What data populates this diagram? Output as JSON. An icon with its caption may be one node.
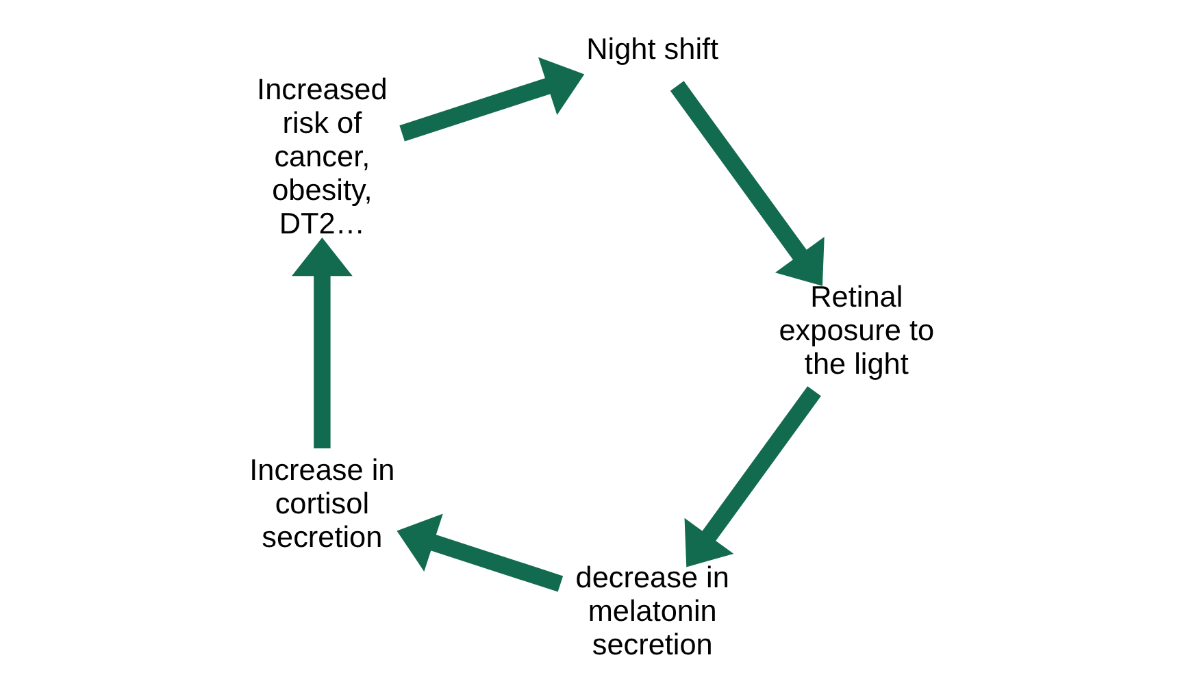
{
  "diagram": {
    "nodes": [
      {
        "text": [
          "Increased risk of cancer, obesity, DT2…"
        ]
      },
      {
        "text": [
          "Night shift"
        ]
      },
      {
        "text": [
          "Increase in cortisol secretion"
        ]
      },
      {
        "text": [
          "Retinal exposure to the light"
        ]
      },
      {
        "text": [
          "decrease in melatonin secretion"
        ]
      }
    ],
    "edges": [
      {
        "from": 0,
        "to": 1,
        "arrow": "to"
      },
      {
        "from": 1,
        "to": 3,
        "arrow": "to"
      },
      {
        "from": 3,
        "to": 4,
        "arrow": "to"
      },
      {
        "from": 4,
        "to": 2,
        "arrow": "to"
      },
      {
        "from": 2,
        "to": 0,
        "arrow": "to"
      }
    ]
  }
}
